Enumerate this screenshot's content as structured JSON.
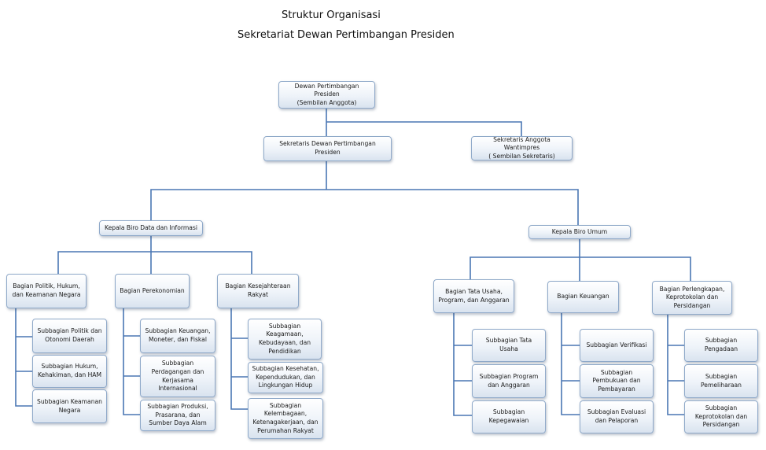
{
  "title": {
    "line1": "Struktur Organisasi",
    "line2": "Sekretariat Dewan Pertimbangan Presiden"
  },
  "nodes": {
    "dpp": "Dewan Pertimbangan Presiden\n(Sembilan Anggota)",
    "sekretaris_dpp": "Sekretaris Dewan Pertimbangan Presiden",
    "sekretaris_anggota": "Sekretaris Anggota Wantimpres\n( Sembilan Sekretaris)",
    "biro_data": "Kepala Biro Data dan Informasi",
    "biro_umum": "Kepala Biro Umum",
    "bagian_politik": "Bagian Politik, Hukum,\ndan Keamanan Negara",
    "bagian_perekonomian": "Bagian Perekonomian",
    "bagian_kesejahteraan": "Bagian Kesejahteraan\nRakyat",
    "bagian_tata_usaha": "Bagian Tata Usaha,\nProgram, dan Anggaran",
    "bagian_keuangan": "Bagian Keuangan",
    "bagian_perlengkapan": "Bagian Perlengkapan,\nKeprotokolan dan\nPersidangan",
    "sub_politik_otonomi": "Subbagian Politik dan\nOtonomi Daerah",
    "sub_hukum": "Subbagian Hukum,\nKehakiman, dan HAM",
    "sub_keamanan": "Subbagian Keamanan\nNegara",
    "sub_keuangan_moneter": "Subbagian Keuangan,\nMoneter, dan Fiskal",
    "sub_perdagangan": "Subbagian\nPerdagangan dan\nKerjasama\nInternasional",
    "sub_produksi": "Subbagian Produksi,\nPrasarana, dan\nSumber Daya Alam",
    "sub_keagamaan": "Subbagian\nKeagamaan,\nKebudayaan, dan\nPendidikan",
    "sub_kesehatan": "Subbagian Kesehatan,\nKependudukan, dan\nLingkungan Hidup",
    "sub_kelembagaan": "Subbagian\nKelembagaan,\nKetenagakerjaan, dan\nPerumahan Rakyat",
    "sub_tata_usaha": "Subbagian Tata Usaha",
    "sub_program": "Subbagian Program\ndan Anggaran",
    "sub_kepegawaian": "Subbagian\nKepegawaian",
    "sub_verifikasi": "Subbagian Verifikasi",
    "sub_pembukuan": "Subbagian\nPembukuan dan\nPembayaran",
    "sub_evaluasi": "Subbagian Evaluasi\ndan Pelaporan",
    "sub_pengadaan": "Subbagian Pengadaan",
    "sub_pemeliharaan": "Subbagian\nPemeliharaan",
    "sub_keprotokolan": "Subbagian\nKeprotokolan dan\nPersidangan"
  },
  "colors": {
    "connector": "#4a77b4",
    "box_border": "#8fa9c9"
  }
}
